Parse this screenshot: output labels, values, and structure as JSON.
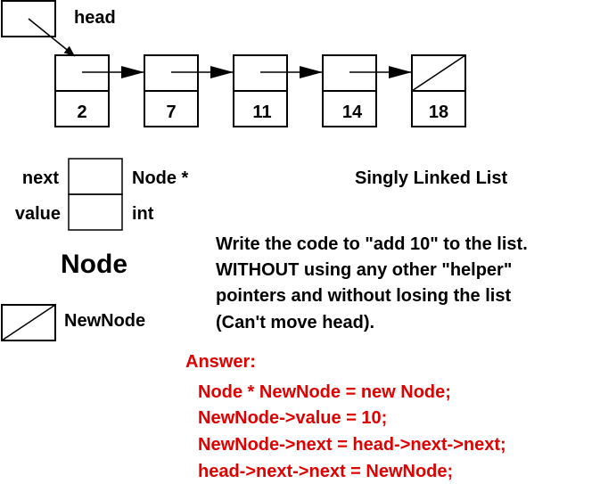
{
  "head_pointer": {
    "label": "head"
  },
  "list_nodes": [
    {
      "value": "2",
      "next_null": false
    },
    {
      "value": "7",
      "next_null": false
    },
    {
      "value": "11",
      "next_null": false
    },
    {
      "value": "14",
      "next_null": false
    },
    {
      "value": "18",
      "next_null": true
    }
  ],
  "node_legend": {
    "next_label": "next",
    "next_type": "Node *",
    "value_label": "value",
    "value_type": "int",
    "title": "Node"
  },
  "new_node": {
    "label": "NewNode"
  },
  "list_title": "Singly Linked List",
  "question": {
    "lines": [
      "Write the code to \"add 10\" to the list.",
      "WITHOUT using any other \"helper\"",
      "pointers and without losing the list",
      "(Can't move head)."
    ]
  },
  "answer": {
    "title": "Answer:",
    "code_lines": [
      "Node * NewNode = new Node;",
      "NewNode->value = 10;",
      "NewNode->next = head->next->next;",
      "head->next->next = NewNode;"
    ]
  },
  "colors": {
    "ink": "#000000",
    "answer": "#e00000",
    "background": "#ffffff"
  }
}
